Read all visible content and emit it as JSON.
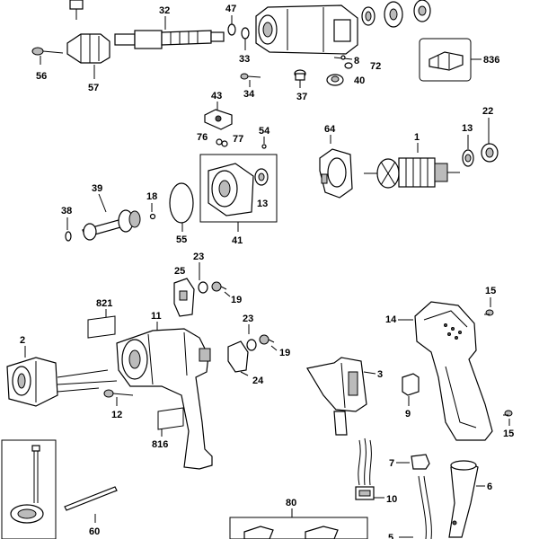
{
  "labels": {
    "l32": "32",
    "l47": "47",
    "l56": "56",
    "l57": "57",
    "l33": "33",
    "l8": "8",
    "l72": "72",
    "l836": "836",
    "l34": "34",
    "l37": "37",
    "l40": "40",
    "l43": "43",
    "l54": "54",
    "l76": "76",
    "l77": "77",
    "l64": "64",
    "l1": "1",
    "l13a": "13",
    "l22": "22",
    "l39": "39",
    "l18": "18",
    "l38": "38",
    "l13b": "13",
    "l55": "55",
    "l41": "41",
    "l23a": "23",
    "l25": "25",
    "l19a": "19",
    "l821": "821",
    "l11": "11",
    "l2": "2",
    "l23b": "23",
    "l19b": "19",
    "l24": "24",
    "l15a": "15",
    "l14": "14",
    "l3": "3",
    "l12": "12",
    "l816": "816",
    "l9": "9",
    "l15b": "15",
    "l7": "7",
    "l6": "6",
    "l60": "60",
    "l80": "80",
    "l10": "10",
    "l5": "5"
  }
}
